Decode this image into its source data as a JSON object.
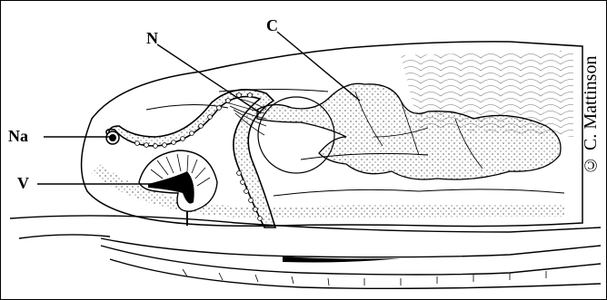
{
  "labels": {
    "na": "Na",
    "v": "V",
    "n": "N",
    "c": "C"
  },
  "credit": "© C. Mattinson",
  "colors": {
    "ink": "#000000",
    "paper": "#ffffff"
  }
}
